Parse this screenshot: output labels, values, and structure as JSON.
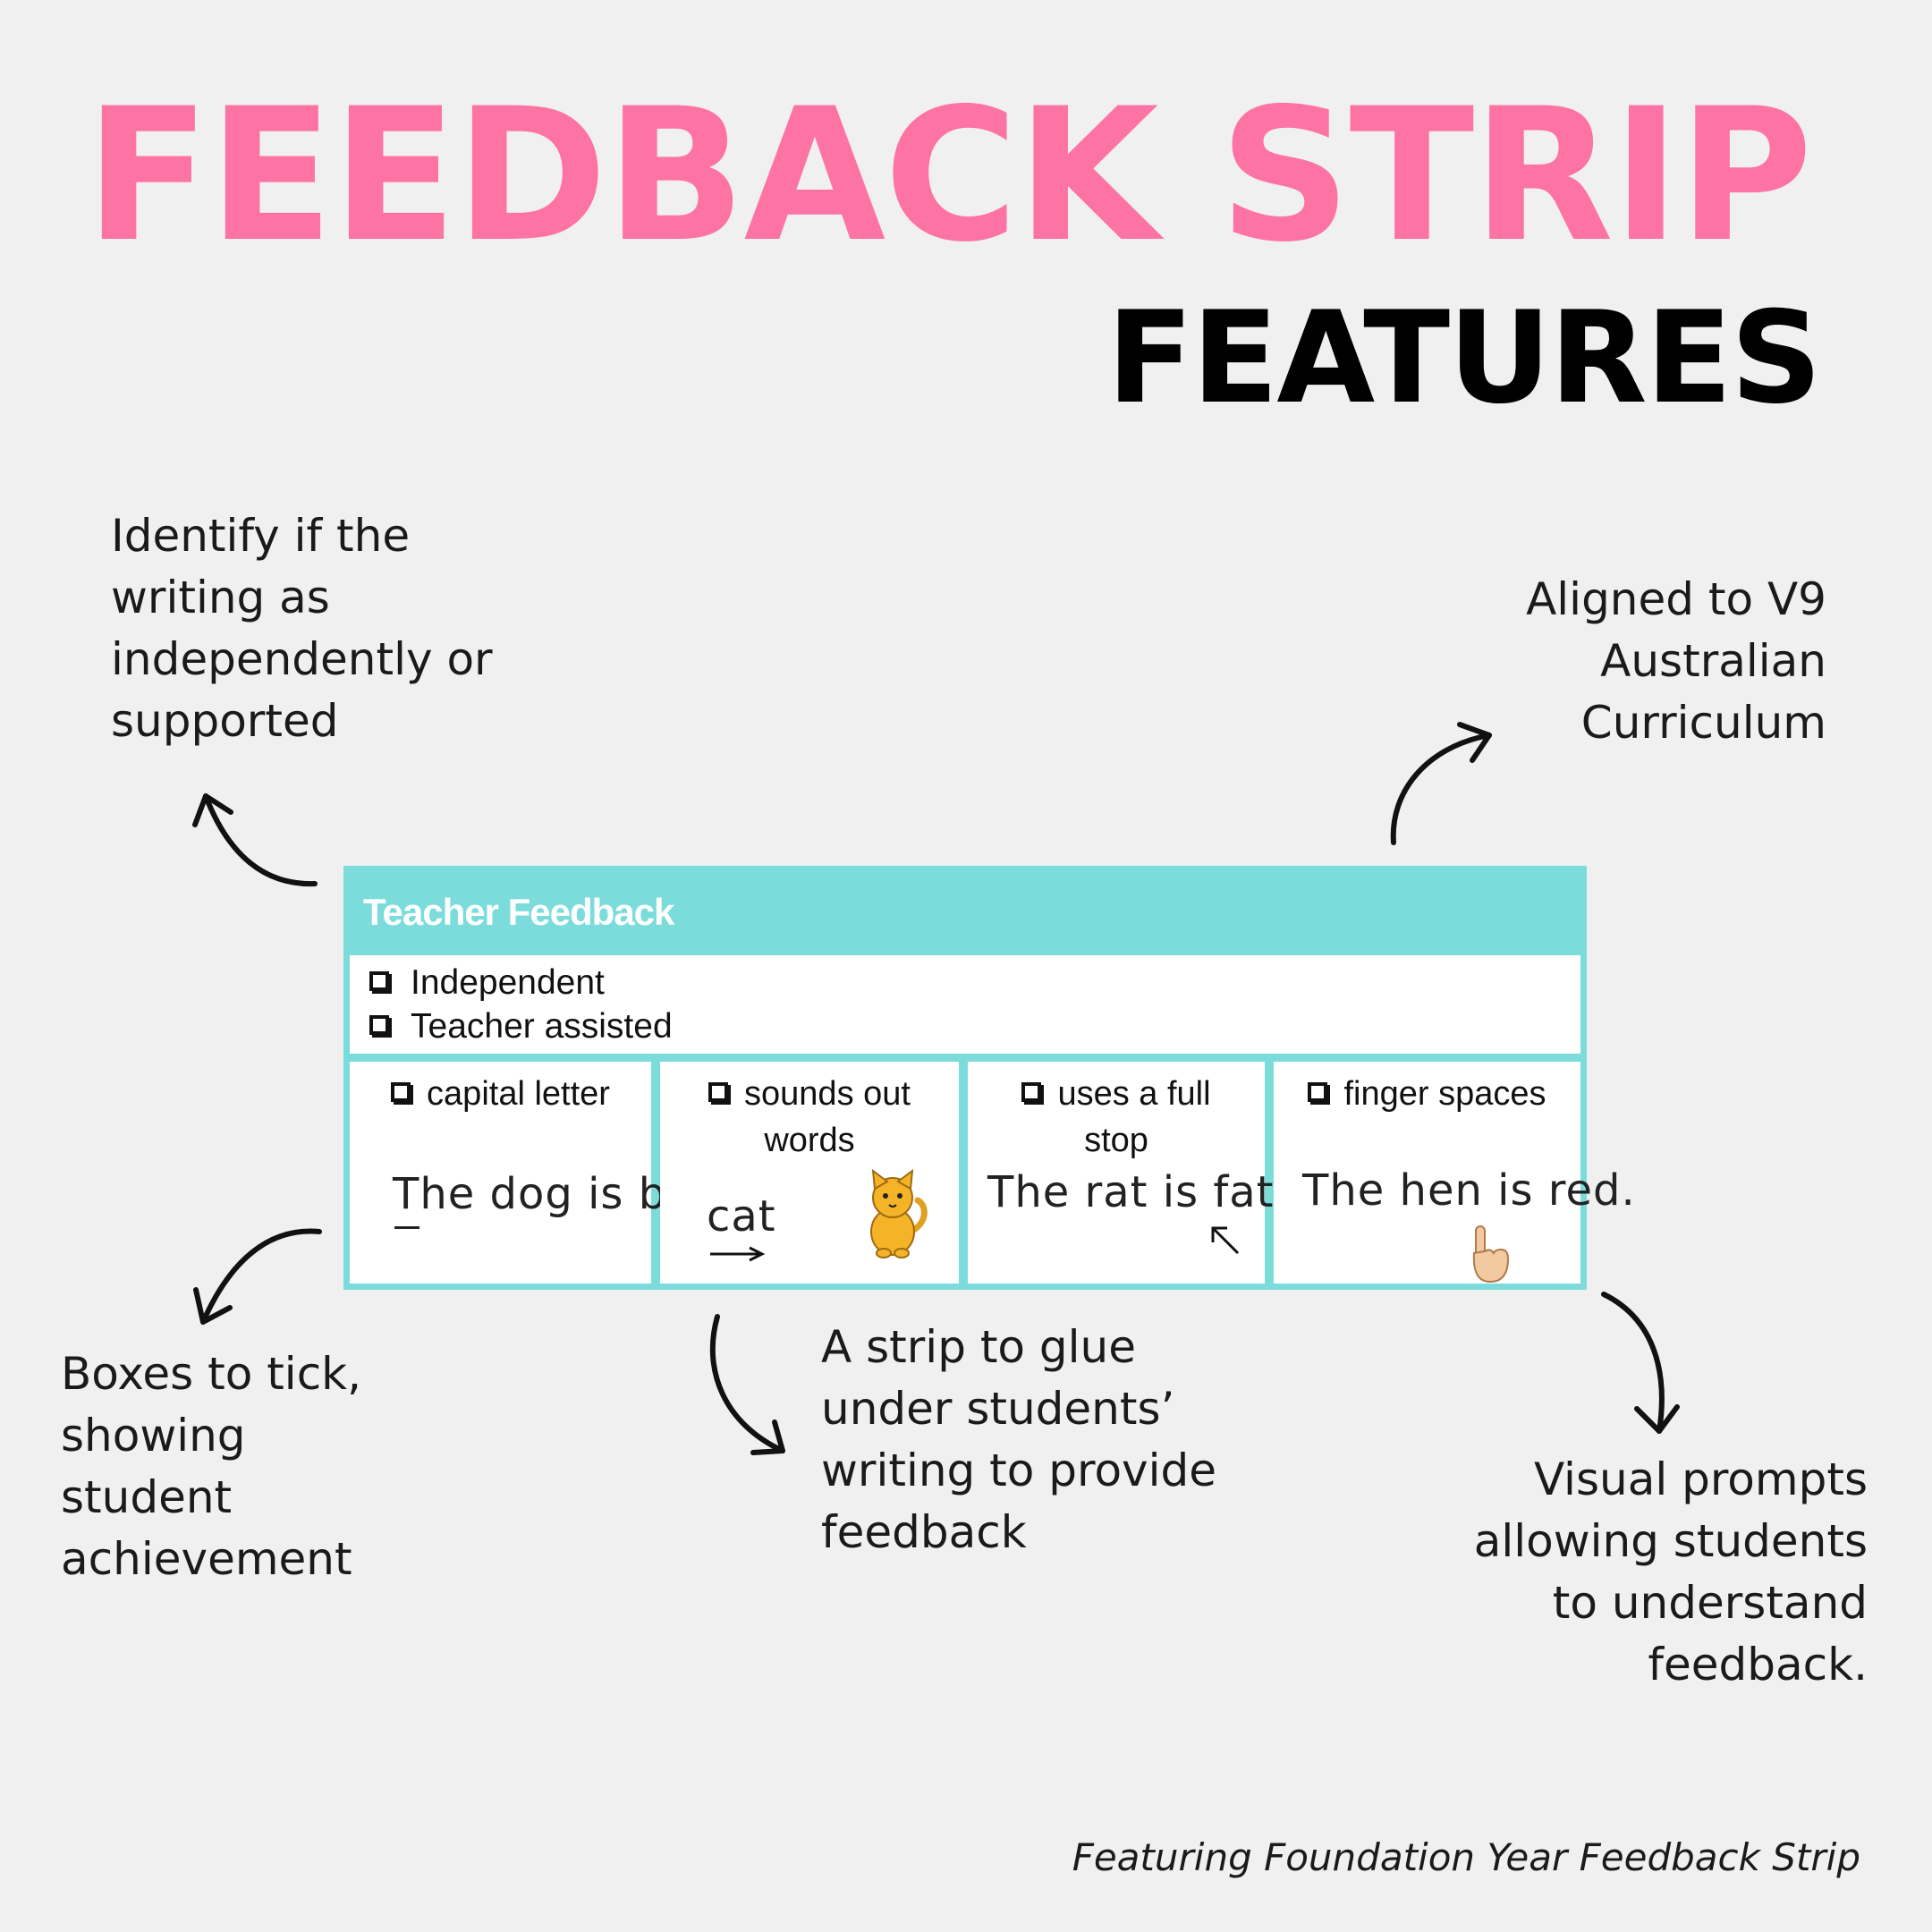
{
  "title": {
    "main": "FEEDBACK STRIP",
    "sub": "FEATURES"
  },
  "colors": {
    "title_pink": "#fd73a4",
    "strip_teal": "#7cdcdc",
    "background": "#f0f0f0"
  },
  "notes": {
    "independent": "Identify if the\nwriting as\nindependently or\nsupported",
    "curriculum": "Aligned to V9\nAustralian\nCurriculum",
    "boxes": "Boxes to tick,\nshowing\nstudent\nachievement",
    "strip": "A strip to glue\nunder students’\nwriting to provide\nfeedback",
    "visual": "Visual prompts\nallowing students\nto understand\nfeedback."
  },
  "strip": {
    "header": "Teacher Feedback",
    "assist_options": [
      "Independent",
      "Teacher assisted"
    ],
    "criteria": [
      {
        "label": "capital letter",
        "example": "The dog is big.",
        "icon": "underline-mark"
      },
      {
        "label": "sounds out words",
        "example": "cat",
        "icon": "cat-icon"
      },
      {
        "label": "uses a full stop",
        "example": "The rat is fat.",
        "icon": "pointer-arrow-icon"
      },
      {
        "label": "finger spaces",
        "example": "The hen is red.",
        "icon": "finger-icon"
      }
    ]
  },
  "caption": "Featuring Foundation Year Feedback Strip"
}
